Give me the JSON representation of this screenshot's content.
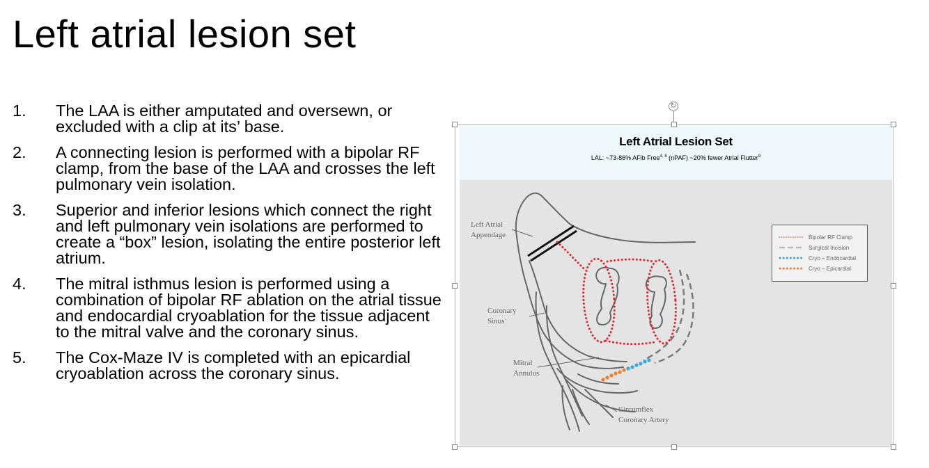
{
  "slide": {
    "title": "Left atrial lesion set",
    "steps": [
      {
        "num": "1.",
        "text": "The LAA is either amputated and oversewn, or excluded with a clip at its’ base."
      },
      {
        "num": "2.",
        "text": "A connecting lesion is performed with a bipolar RF clamp, from the base of the LAA and crosses the left pulmonary vein isolation."
      },
      {
        "num": "3.",
        "text": "Superior and inferior lesions which connect the right and left pulmonary vein isolations are performed to create a “box” lesion, isolating the entire posterior left atrium."
      },
      {
        "num": "4.",
        "text": "The mitral isthmus lesion is performed using a combination of bipolar RF ablation on the atrial tissue and endocardial cryoablation for the tissue adjacent to the mitral valve and the coronary sinus."
      },
      {
        "num": "5.",
        "text": "The Cox-Maze IV is completed with an epicardial cryoablation across the coronary sinus."
      }
    ]
  },
  "figure": {
    "title": "Left Atrial Lesion Set",
    "subtitle_a": "LAL: ~73-86% AFib Free",
    "subtitle_sup1": "4, 8",
    "subtitle_b": " (nPAF) ~20% fewer Atrial Flutter",
    "subtitle_sup2": "9",
    "labels": {
      "laa_line1": "Left Atrial",
      "laa_line2": "Appendage",
      "cs_line1": "Coronary",
      "cs_line2": "Sinus",
      "ma_line1": "Mitral",
      "ma_line2": "Annulus",
      "cx_line1": "Circumflex",
      "cx_line2": "Coronary Artery"
    },
    "legend": [
      {
        "label": "Bipolar RF Clamp",
        "color": "#f08a7a",
        "style": "dotted"
      },
      {
        "label": "Surgical Incision",
        "color": "#bbbbbb",
        "style": "dashed"
      },
      {
        "label": "Cryo – Endocardial",
        "color": "#3aa6dd",
        "style": "beads"
      },
      {
        "label": "Cryo – Epicardial",
        "color": "#f07f2a",
        "style": "beads"
      }
    ],
    "colors": {
      "rf": "#e0262e",
      "endo": "#3aa6dd",
      "epi": "#f07f2a",
      "incision": "#7a7a7a",
      "anatomy": "#666666"
    }
  }
}
